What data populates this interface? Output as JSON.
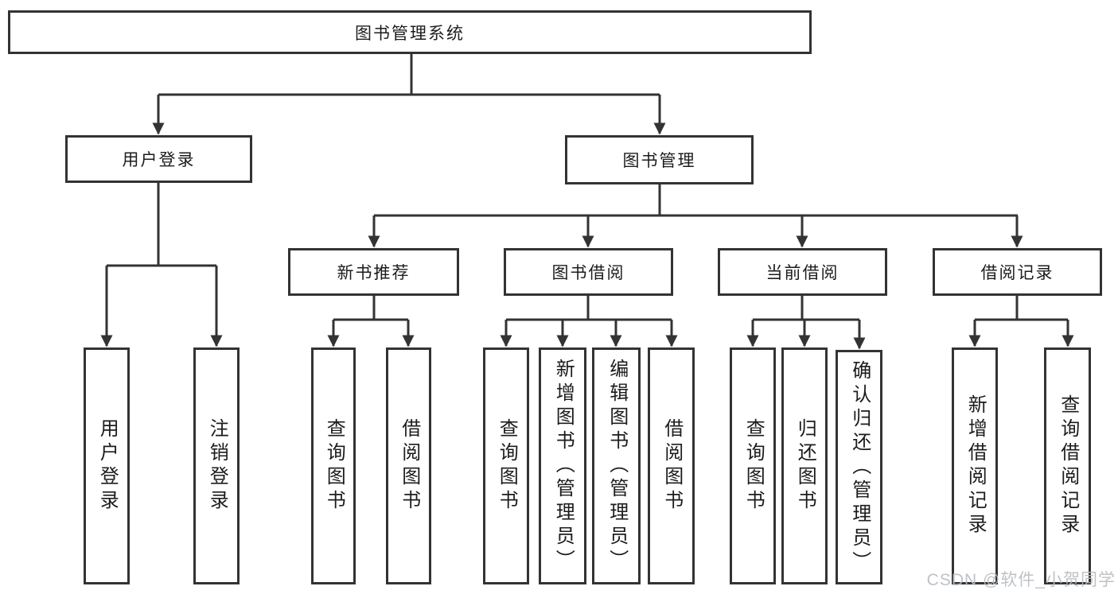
{
  "nodes": {
    "root": "图书管理系统",
    "l2": [
      "用户登录",
      "图书管理"
    ],
    "l3": [
      "新书推荐",
      "图书借阅",
      "当前借阅",
      "借阅记录"
    ],
    "leaves_login": [
      "用户登录",
      "注销登录"
    ],
    "leaves_recommend": [
      "查询图书",
      "借阅图书"
    ],
    "leaves_borrow": [
      "查询图书",
      "新增图书（管理员）",
      "编辑图书（管理员）",
      "借阅图书"
    ],
    "leaves_current": [
      "查询图书",
      "归还图书",
      "确认归还（管理员）"
    ],
    "leaves_records": [
      "新增借阅记录",
      "查询借阅记录"
    ]
  },
  "watermark": {
    "text": "CSDN @软件_小贺同学",
    "color": "#b9bdc2"
  },
  "colors": {
    "background": "#ffffff",
    "line": "#333333",
    "box_border": "#333333",
    "text": "#1c1c1c"
  }
}
